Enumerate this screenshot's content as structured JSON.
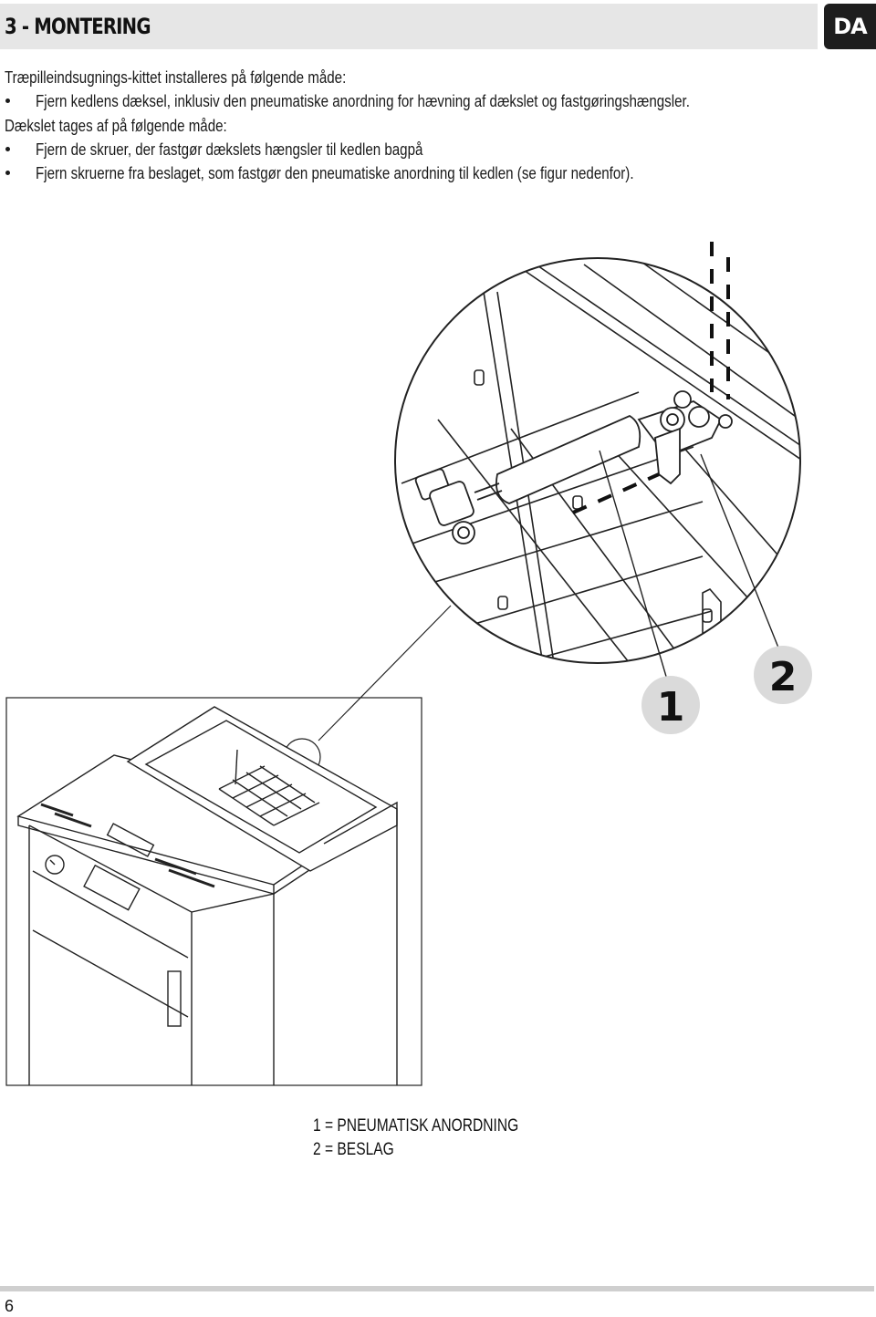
{
  "header": {
    "section_title": "3 - MONTERING",
    "language_badge": "DA"
  },
  "intro": {
    "lead": "Træpilleindsugnings-kittet installeres på følgende måde:",
    "bullets_1": [
      "Fjern kedlens dæksel, inklusiv den pneumatiske anordning for hævning af dækslet og fastgøringshængsler."
    ],
    "lead_2": "Dækslet tages af på følgende måde:",
    "bullets_2": [
      "Fjern de skruer, der fastgør dækslets hængsler til kedlen bagpå",
      "Fjern skruerne fra beslaget, som fastgør den pneumatiske anordning til kedlen (se figur nedenfor)."
    ]
  },
  "figure": {
    "callout_1": "1",
    "callout_2": "2"
  },
  "legend": {
    "item_1": "1 = PNEUMATISK ANORDNING",
    "item_2": "2 = BESLAG"
  },
  "footer": {
    "page_number": "6"
  }
}
